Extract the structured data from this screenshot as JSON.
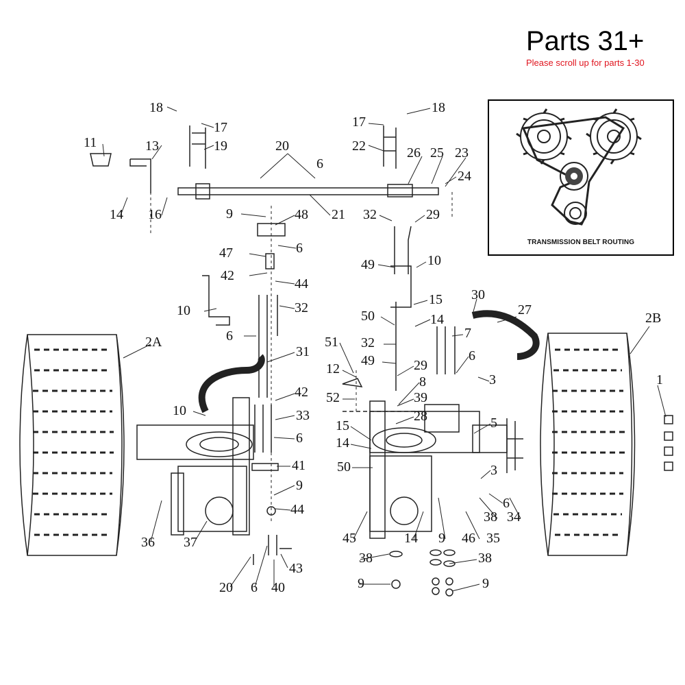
{
  "header": {
    "title": "Parts 31+",
    "subtitle": "Please scroll up for parts 1-30"
  },
  "inset": {
    "caption": "TRANSMISSION BELT ROUTING"
  },
  "callouts": [
    "18",
    "17",
    "19",
    "11",
    "13",
    "20",
    "6",
    "22",
    "17",
    "18",
    "26",
    "25",
    "23",
    "24",
    "14",
    "16",
    "21",
    "9",
    "48",
    "32",
    "29",
    "6",
    "47",
    "42",
    "44",
    "10",
    "49",
    "10",
    "32",
    "15",
    "30",
    "27",
    "6",
    "14",
    "50",
    "2B",
    "2A",
    "31",
    "51",
    "32",
    "7",
    "6",
    "49",
    "29",
    "12",
    "8",
    "3",
    "52",
    "42",
    "10",
    "39",
    "33",
    "28",
    "15",
    "5",
    "6",
    "14",
    "1",
    "50",
    "41",
    "3",
    "9",
    "44",
    "6",
    "36",
    "37",
    "38",
    "34",
    "45",
    "14",
    "9",
    "46",
    "35",
    "20",
    "6",
    "40",
    "43",
    "38",
    "38",
    "9",
    "9"
  ],
  "colors": {
    "subtitle": "#e0141e",
    "ink": "#111111"
  }
}
